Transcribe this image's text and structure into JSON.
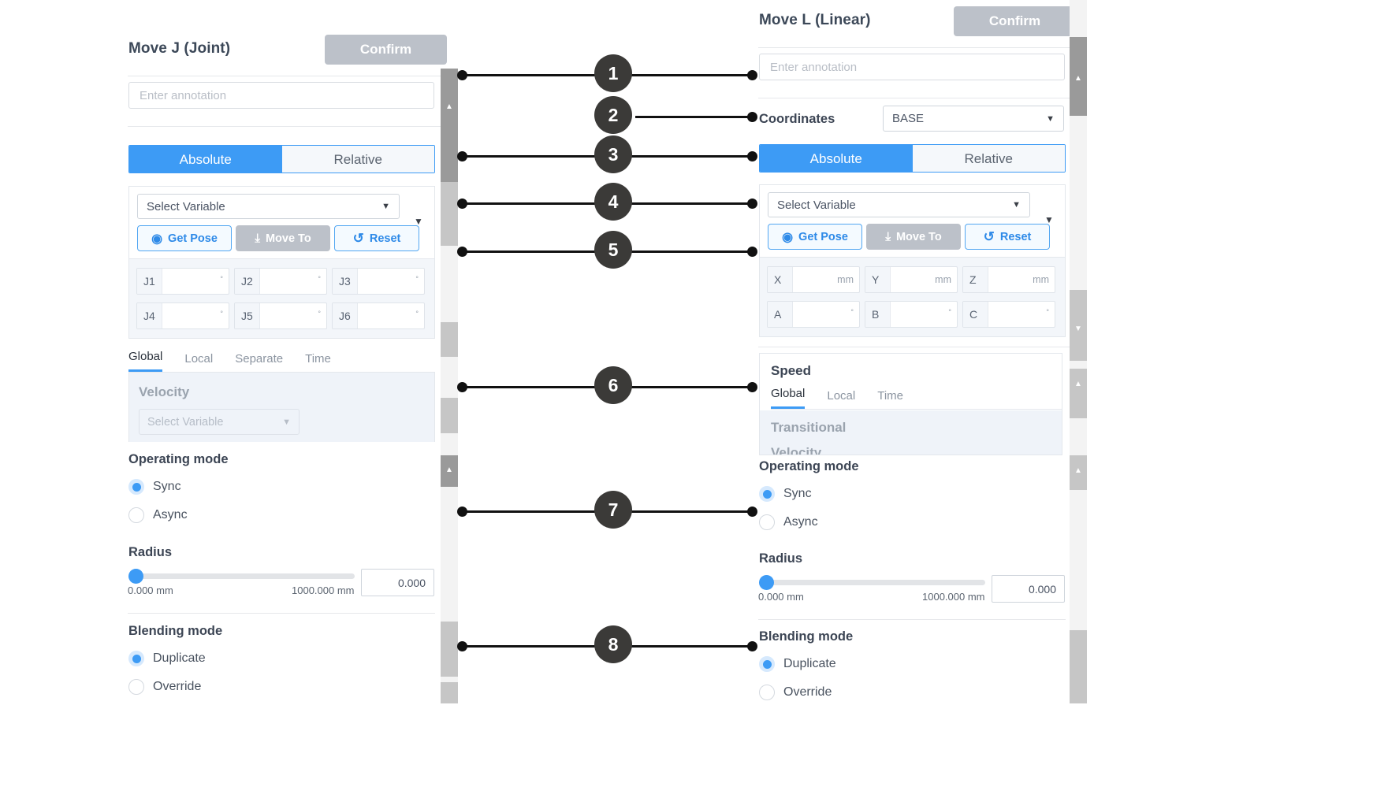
{
  "left_panel": {
    "title": "Move J (Joint)",
    "confirm_label": "Confirm",
    "annotation_placeholder": "Enter annotation",
    "mode_tabs": {
      "absolute": "Absolute",
      "relative": "Relative"
    },
    "variable_select": "Select Variable",
    "buttons": {
      "get_pose": "Get Pose",
      "move_to": "Move To",
      "reset": "Reset"
    },
    "joint_fields": [
      {
        "label": "J1",
        "value": "",
        "unit": "°"
      },
      {
        "label": "J2",
        "value": "",
        "unit": "°"
      },
      {
        "label": "J3",
        "value": "",
        "unit": "°"
      },
      {
        "label": "J4",
        "value": "",
        "unit": "°"
      },
      {
        "label": "J5",
        "value": "",
        "unit": "°"
      },
      {
        "label": "J6",
        "value": "",
        "unit": "°"
      }
    ],
    "speed_tabs": [
      "Global",
      "Local",
      "Separate",
      "Time"
    ],
    "velocity_title": "Velocity",
    "velocity_select": "Select Variable",
    "operating_mode": {
      "heading": "Operating mode",
      "options": [
        "Sync",
        "Async"
      ],
      "selected": "Sync"
    },
    "radius": {
      "heading": "Radius",
      "min_label": "0.000 mm",
      "max_label": "1000.000 mm",
      "value": "0.000"
    },
    "blending_mode": {
      "heading": "Blending mode",
      "options": [
        "Duplicate",
        "Override"
      ],
      "selected": "Duplicate"
    }
  },
  "right_panel": {
    "title": "Move L (Linear)",
    "confirm_label": "Confirm",
    "annotation_placeholder": "Enter annotation",
    "coordinates_label": "Coordinates",
    "coordinates_value": "BASE",
    "mode_tabs": {
      "absolute": "Absolute",
      "relative": "Relative"
    },
    "variable_select": "Select Variable",
    "buttons": {
      "get_pose": "Get Pose",
      "move_to": "Move To",
      "reset": "Reset"
    },
    "pose_fields": [
      {
        "label": "X",
        "value": "",
        "unit": "mm"
      },
      {
        "label": "Y",
        "value": "",
        "unit": "mm"
      },
      {
        "label": "Z",
        "value": "",
        "unit": "mm"
      },
      {
        "label": "A",
        "value": "",
        "unit": "°"
      },
      {
        "label": "B",
        "value": "",
        "unit": "°"
      },
      {
        "label": "C",
        "value": "",
        "unit": "°"
      }
    ],
    "speed": {
      "title": "Speed",
      "tabs": [
        "Global",
        "Local",
        "Time"
      ],
      "active_tab": "Global",
      "transitional_label": "Transitional",
      "transitional_sub": "Velocity"
    },
    "operating_mode": {
      "heading": "Operating mode",
      "options": [
        "Sync",
        "Async"
      ],
      "selected": "Sync"
    },
    "radius": {
      "heading": "Radius",
      "min_label": "0.000 mm",
      "max_label": "1000.000 mm",
      "value": "0.000"
    },
    "blending_mode": {
      "heading": "Blending mode",
      "options": [
        "Duplicate",
        "Override"
      ],
      "selected": "Duplicate"
    }
  },
  "callouts": [
    {
      "number": "1"
    },
    {
      "number": "2"
    },
    {
      "number": "3"
    },
    {
      "number": "4"
    },
    {
      "number": "5"
    },
    {
      "number": "6"
    },
    {
      "number": "7"
    },
    {
      "number": "8"
    }
  ],
  "icons": {
    "caret_down": "▼",
    "caret_up": "▲",
    "get_pose": "◉",
    "move_to": "⤓",
    "reset": "↺"
  },
  "colors": {
    "accent_blue": "#3d9bf5",
    "callout_dark": "#3b3a38",
    "disabled_gray": "#bcc1c9"
  }
}
